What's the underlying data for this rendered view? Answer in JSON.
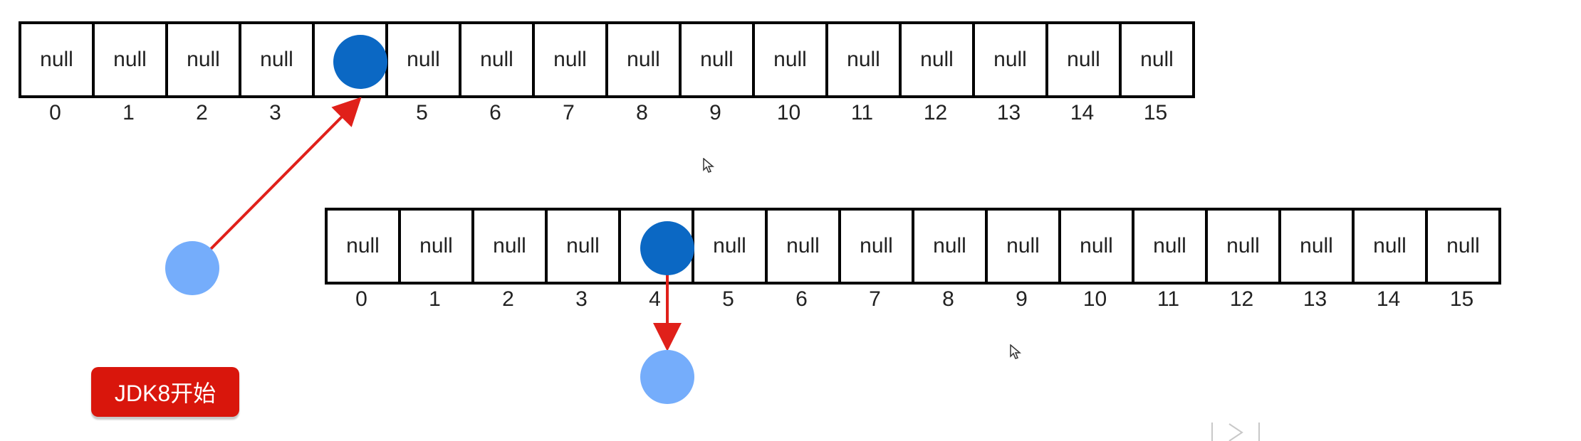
{
  "top_array": {
    "cells": [
      "null",
      "null",
      "null",
      "null",
      "",
      "null",
      "null",
      "null",
      "null",
      "null",
      "null",
      "null",
      "null",
      "null",
      "null",
      "null"
    ],
    "indices": [
      "0",
      "1",
      "2",
      "3",
      "4",
      "5",
      "6",
      "7",
      "8",
      "9",
      "10",
      "11",
      "12",
      "13",
      "14",
      "15"
    ]
  },
  "bottom_array": {
    "cells": [
      "null",
      "null",
      "null",
      "null",
      "",
      "null",
      "null",
      "null",
      "null",
      "null",
      "null",
      "null",
      "null",
      "null",
      "null",
      "null"
    ],
    "indices": [
      "0",
      "1",
      "2",
      "3",
      "4",
      "5",
      "6",
      "7",
      "8",
      "9",
      "10",
      "11",
      "12",
      "13",
      "14",
      "15"
    ]
  },
  "badge": {
    "label": "JDK8开始"
  },
  "colors": {
    "node_existing": "#0b68c4",
    "node_new": "#75adfb",
    "arrow": "#e0201a",
    "badge_bg": "#d9160c"
  },
  "icons": [
    "mouse-cursor-icon",
    "play-icon"
  ]
}
